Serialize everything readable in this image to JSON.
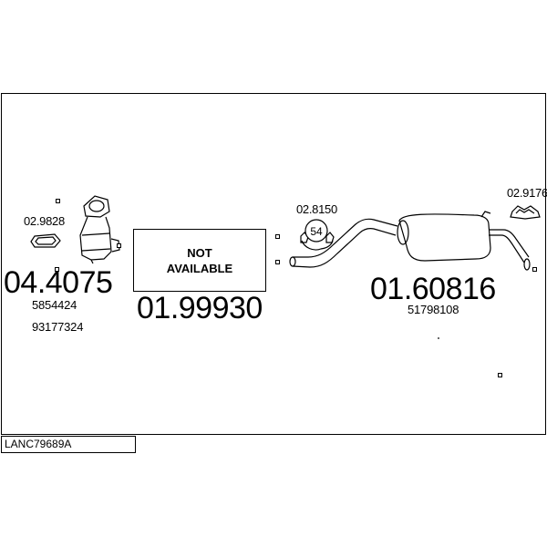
{
  "catalyst": {
    "gasket_part": "02.9828",
    "part_number": "04.4075",
    "oem_refs": [
      "5854424",
      "93177324"
    ]
  },
  "front_pipe": {
    "status_line1": "NOT",
    "status_line2": "AVAILABLE",
    "part_number": "01.99930"
  },
  "rear_section": {
    "clamp_part": "02.8150",
    "clamp_label": "54",
    "mount_part": "02.9176",
    "part_number": "01.60816",
    "oem_ref": "51798108"
  },
  "footer": {
    "code": "LANC79689A"
  }
}
